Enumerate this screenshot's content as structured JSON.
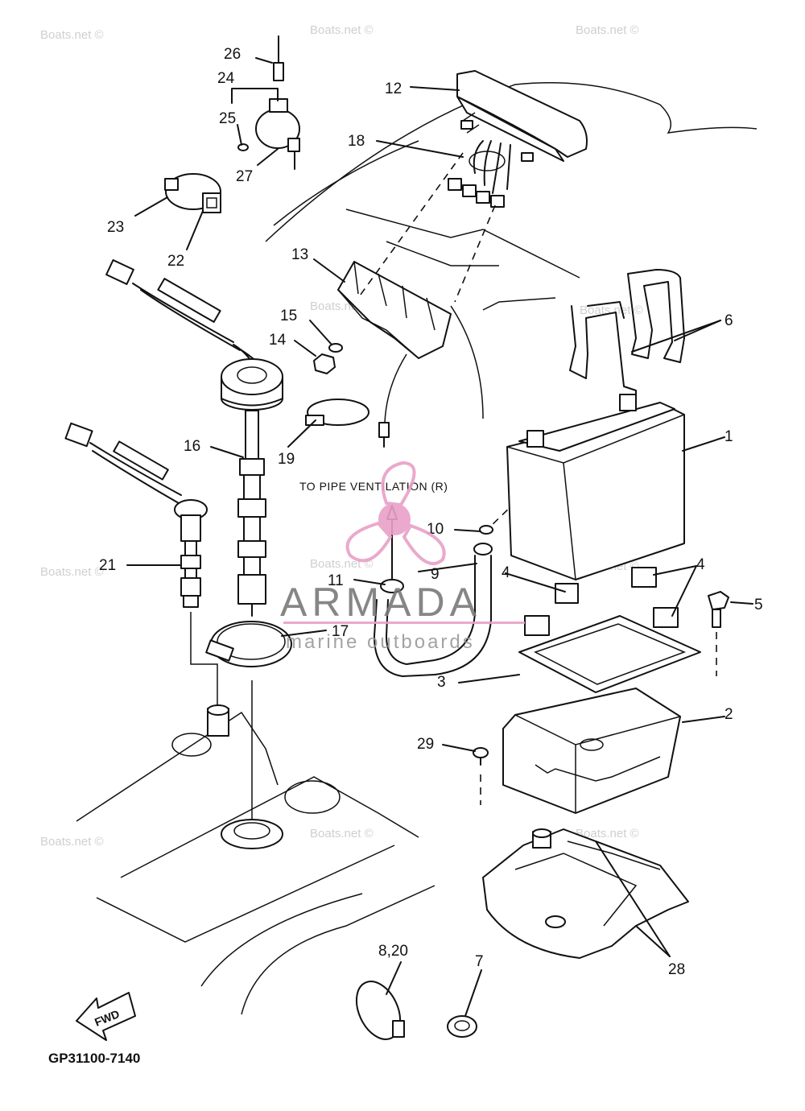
{
  "diagram": {
    "note": "TO PIPE VENTILATION (R)",
    "code": "GP31100-7140",
    "fwd_label": "FWD",
    "callouts": [
      "1",
      "2",
      "3",
      "4",
      "4",
      "5",
      "6",
      "7",
      "8,20",
      "9",
      "10",
      "11",
      "12",
      "13",
      "14",
      "15",
      "16",
      "17",
      "18",
      "19",
      "21",
      "22",
      "23",
      "24",
      "25",
      "26",
      "27",
      "28",
      "29"
    ]
  },
  "watermark": {
    "text": "Boats.net ©",
    "brand": "ARMADA",
    "brand_sub": "marine outboards",
    "colors": {
      "pink": "#e8a0c8",
      "gray": "#7a7a7a"
    }
  }
}
